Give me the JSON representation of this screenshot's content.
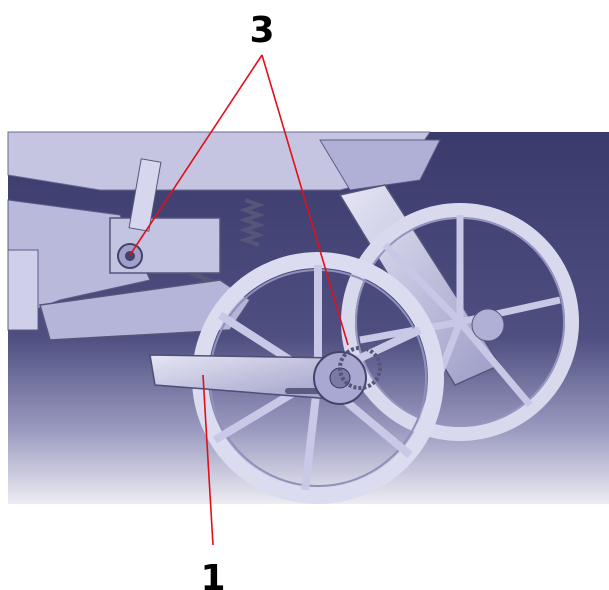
{
  "figure": {
    "description_visible": false,
    "callouts": [
      {
        "id": "callout-3",
        "label": "3"
      },
      {
        "id": "callout-1",
        "label": "1"
      }
    ],
    "colors": {
      "background_top": "#3a3a6c",
      "background_bottom": "#e6e6ee",
      "part_light": "#d8d8ee",
      "part_mid": "#a9a9cf",
      "part_dark": "#55557a",
      "leader": "#e0101a",
      "label": "#000000"
    }
  }
}
